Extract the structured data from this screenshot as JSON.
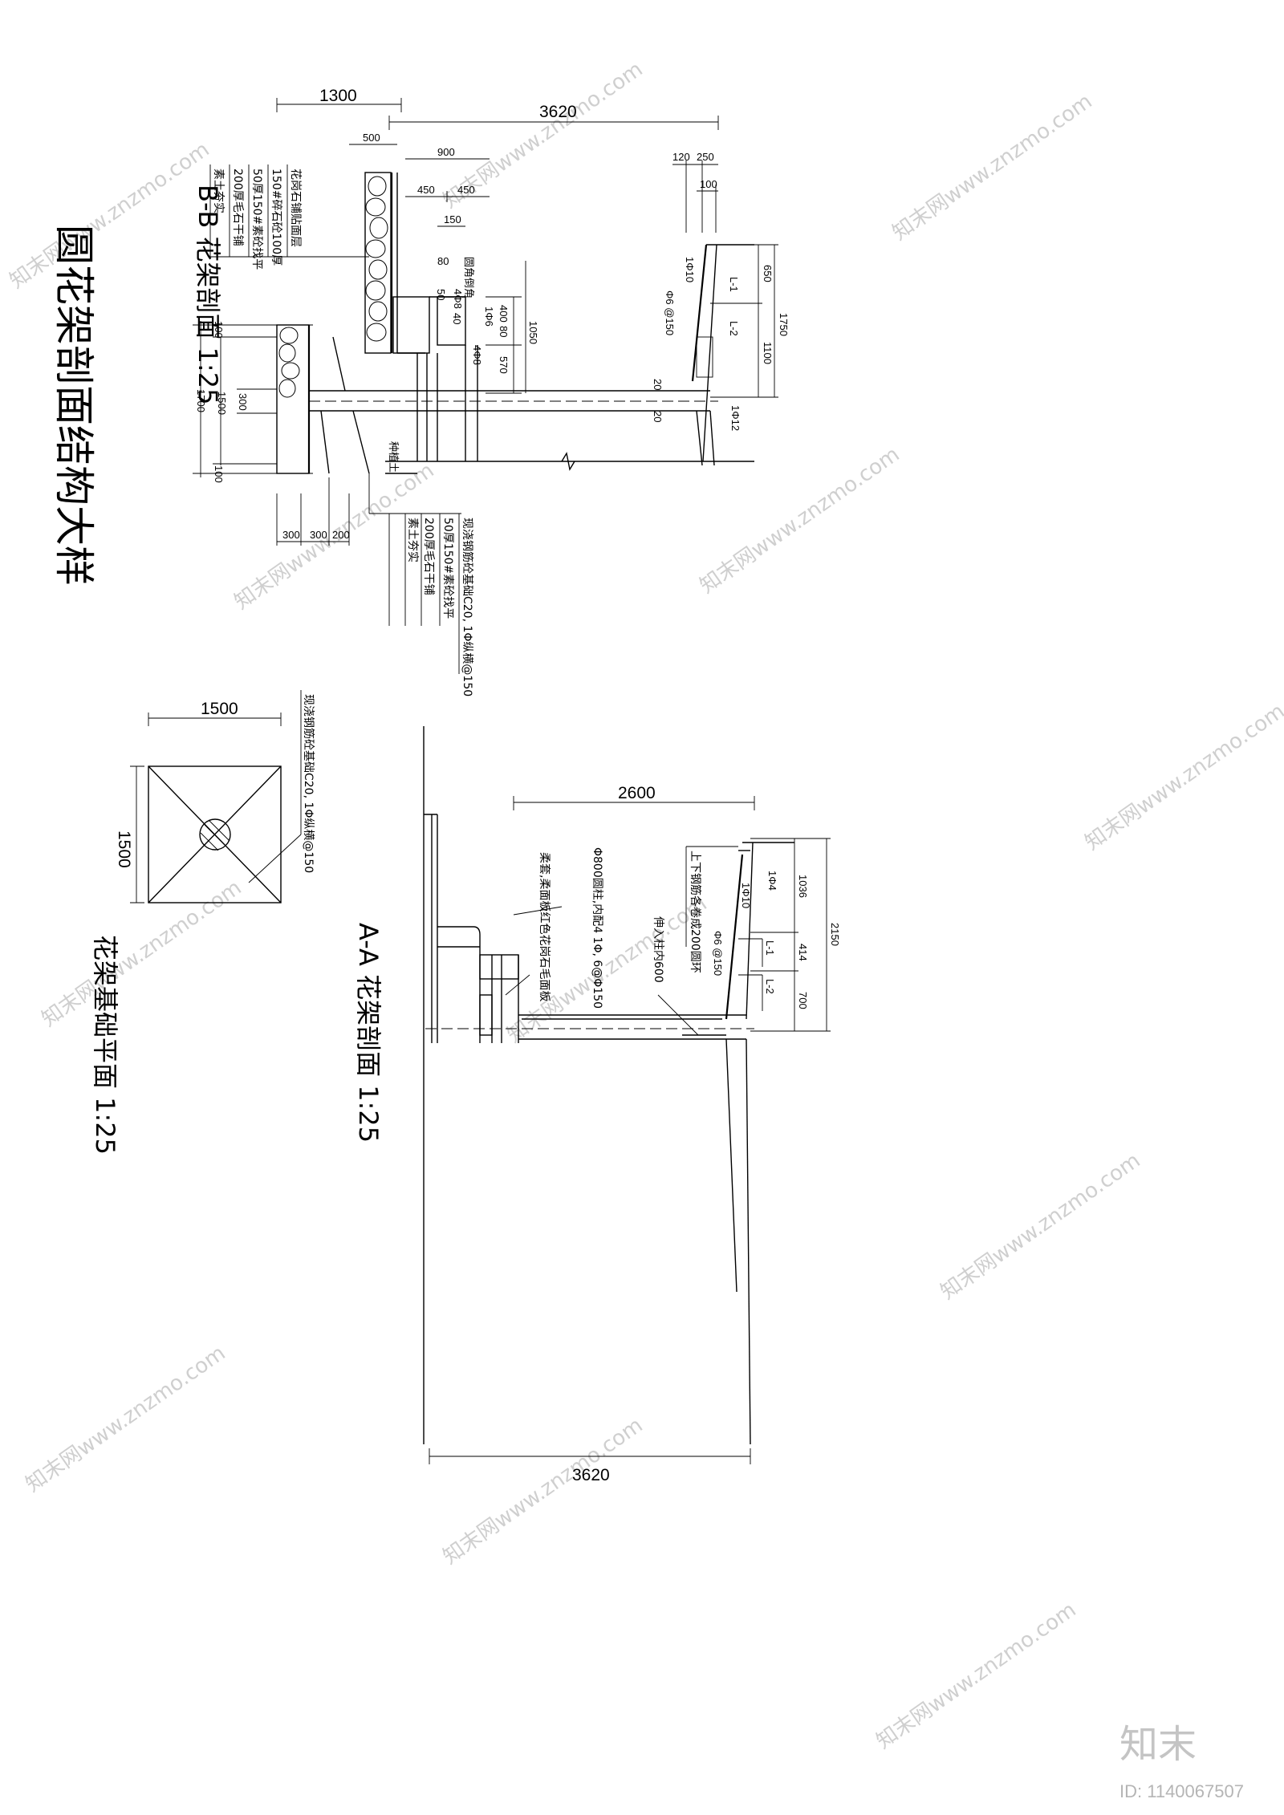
{
  "title": "圆花架剖面结构大样",
  "sections": {
    "bb": {
      "title": "B-B 花架剖面 1:25",
      "dims_top": [
        "1300",
        "3620",
        "500",
        "900",
        "450",
        "450",
        "150",
        "120",
        "250",
        "100"
      ],
      "dims_mid": [
        "80",
        "50",
        "40",
        "400",
        "80",
        "570",
        "1050",
        "650",
        "1750",
        "1100",
        "20",
        "20"
      ],
      "dims_left": [
        "100",
        "1700",
        "1500",
        "300",
        "100"
      ],
      "dims_bottom": [
        "300",
        "300",
        "200"
      ],
      "callouts": [
        "1Φ10",
        "Φ6 @150",
        "L-1",
        "L-2",
        "1Φ12",
        "4Φ8",
        "1Φ6",
        "4Φ8",
        "圆角倒角",
        "种植土"
      ],
      "notes_upper": [
        "花岗石铺贴面层",
        "150#碎石砼100厚",
        "50厚150#素砼找平",
        "200厚毛石干铺",
        "素土夯实"
      ],
      "notes_lower": [
        "现浇钢筋砼基础C20, 1Φ纵横@150",
        "50厚150#素砼找平",
        "200厚毛石干铺",
        "素土夯实"
      ]
    },
    "plan": {
      "title": "花架基础平面 1:25",
      "dims": [
        "1500",
        "1500"
      ],
      "note": "现浇钢筋砼基础C20, 1Φ纵横@150"
    },
    "aa": {
      "title": "A-A 花架剖面 1:25",
      "dims": [
        "2600",
        "3620",
        "1036",
        "414",
        "700",
        "2150"
      ],
      "callouts": [
        "1Φ4",
        "1Φ10",
        "Φ6 @150",
        "L-1",
        "L-2"
      ],
      "notes": [
        "上下钢筋各卷成200圆环",
        "伸入柱内600",
        "Φ800圆柱,内配4 1Φ, 6@Φ150",
        "柔套,柔面板红色花岗石毛面板"
      ]
    }
  },
  "watermark": {
    "text": "知末网www.znzmo.com",
    "logo": "知末",
    "id_label": "ID: 1140067507"
  }
}
